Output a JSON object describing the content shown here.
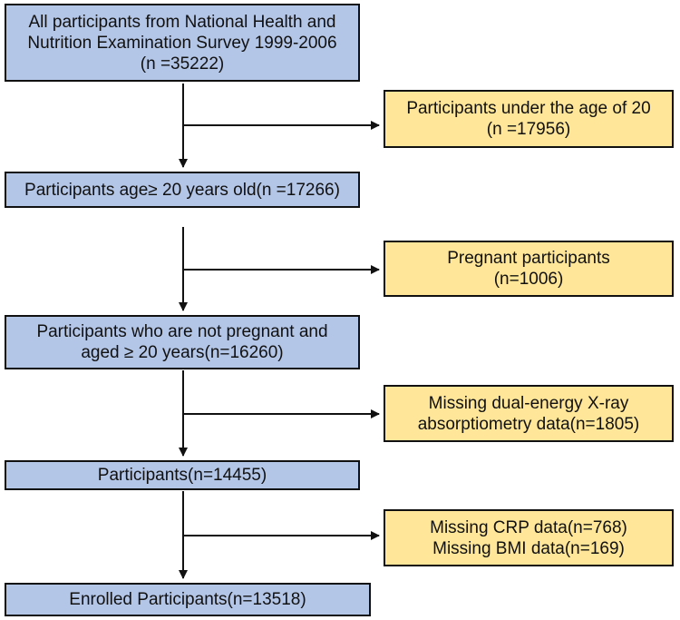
{
  "main_boxes": [
    {
      "lines": [
        "All participants from National Health and",
        "Nutrition Examination Survey 1999-2006",
        "(n =35222)"
      ]
    },
    {
      "lines": [
        "Participants age≥ 20 years old(n =17266)"
      ]
    },
    {
      "lines": [
        "Participants who are not pregnant and",
        "aged ≥ 20 years(n=16260)"
      ]
    },
    {
      "lines": [
        "Participants(n=14455)"
      ]
    },
    {
      "lines": [
        "Enrolled Participants(n=13518)"
      ]
    }
  ],
  "exclusion_boxes": [
    {
      "lines": [
        "Participants under the age of 20",
        "(n =17956)"
      ]
    },
    {
      "lines": [
        "Pregnant participants",
        "(n=1006)"
      ]
    },
    {
      "lines": [
        "Missing dual-energy X-ray",
        "absorptiometry data(n=1805)"
      ]
    },
    {
      "lines": [
        "Missing CRP data(n=768)",
        "Missing BMI data(n=169)"
      ]
    }
  ],
  "colors": {
    "main_fill": "#b4c6e7",
    "exclusion_fill": "#ffe699",
    "stroke": "#111111"
  }
}
